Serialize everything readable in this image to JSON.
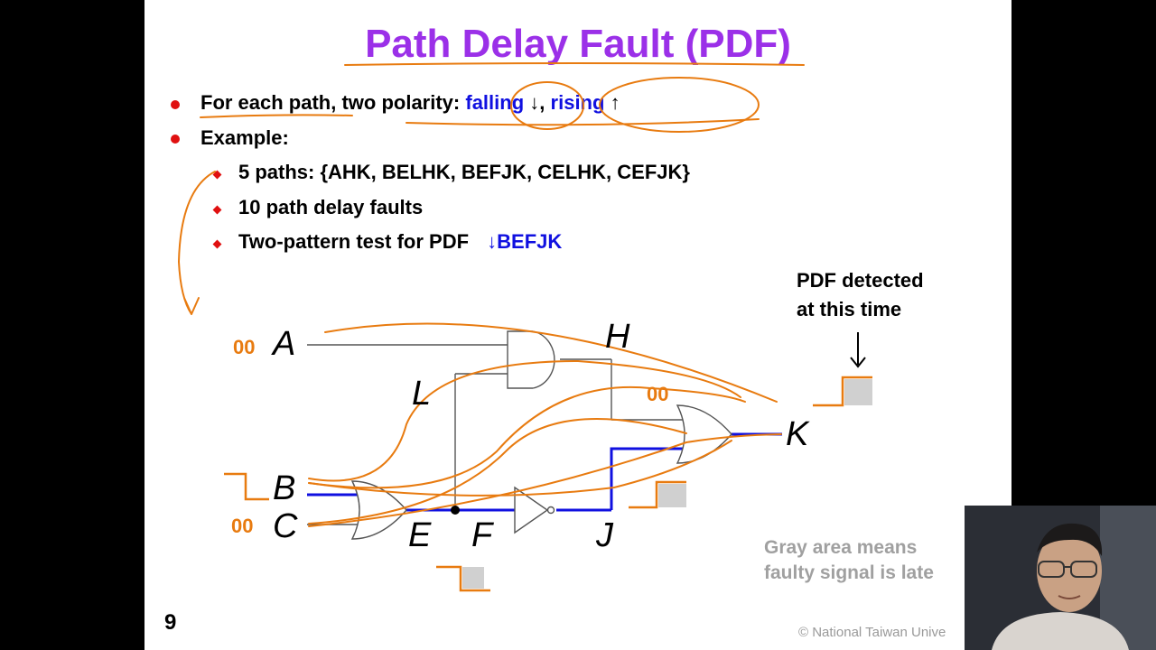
{
  "slide": {
    "title": "Path Delay Fault (PDF)",
    "bullets": [
      {
        "text": "For each path, two polarity:",
        "falling": "falling",
        "falling_arrow": "↓",
        "comma": ",",
        "rising": "rising",
        "rising_arrow": "↑"
      },
      {
        "text": "Example:"
      }
    ],
    "sub_bullets": [
      "5 paths: {AHK, BELHK, BEFJK, CELHK, CEFJK}",
      "10 path delay faults",
      "Two-pattern test for PDF"
    ],
    "pdf_target": "↓BEFJK",
    "annotation_detected": [
      "PDF detected",
      "at this time"
    ],
    "annotation_arrow": "↓",
    "gray_note": [
      "Gray area means",
      "faulty signal is late"
    ],
    "page_number": "9",
    "copyright": "© National  Taiwan  Unive"
  },
  "circuit": {
    "signals": [
      "A",
      "B",
      "C",
      "E",
      "F",
      "H",
      "J",
      "K",
      "L"
    ],
    "values": {
      "A": "00",
      "C": "00",
      "H": "00"
    }
  },
  "colors": {
    "title": "#9b30e8",
    "bullet_dot": "#e01010",
    "highlight_text": "#1010e0",
    "pen": "#e87b10",
    "sensitized_path": "#1010e0",
    "waveform_gray": "#d0d0d0"
  }
}
